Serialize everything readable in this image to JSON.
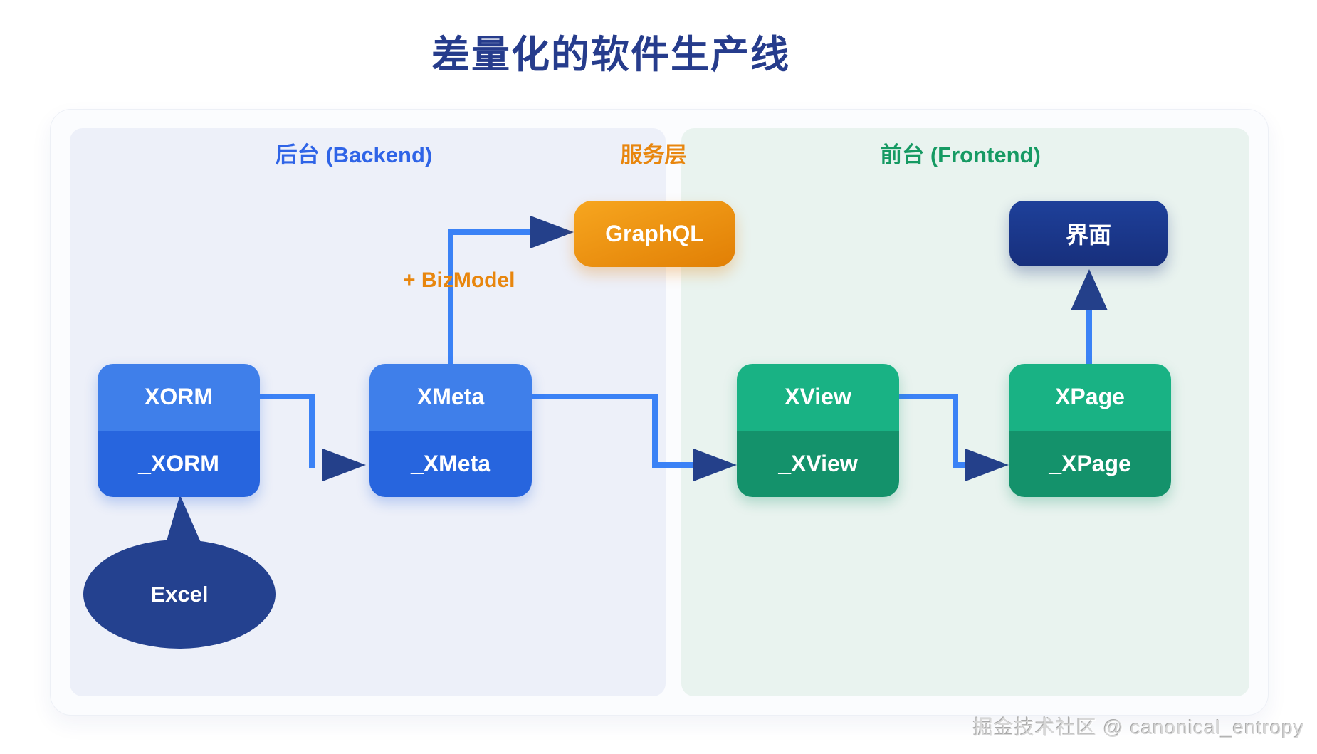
{
  "title": "差量化的软件生产线",
  "zones": {
    "backend": {
      "label": "后台 (Backend)",
      "color": "#2f64e7"
    },
    "service": {
      "label": "服务层",
      "color": "#e8860e"
    },
    "frontend": {
      "label": "前台 (Frontend)",
      "color": "#169a63"
    }
  },
  "nodes": {
    "xorm": {
      "top": "XORM",
      "bottom": "_XORM"
    },
    "xmeta": {
      "top": "XMeta",
      "bottom": "_XMeta"
    },
    "xview": {
      "top": "XView",
      "bottom": "_XView"
    },
    "xpage": {
      "top": "XPage",
      "bottom": "_XPage"
    },
    "graphql": {
      "label": "GraphQL"
    },
    "ui": {
      "label": "界面"
    },
    "excel": {
      "label": "Excel"
    }
  },
  "annotations": {
    "bizmodel": "+ BizModel"
  },
  "watermark": "掘金技术社区 @ canonical_entropy",
  "colors": {
    "title": "#263c8c",
    "connector_line": "#3b82f6",
    "arrowhead": "#24408a",
    "blue_node_top": "#3f7fea",
    "blue_node_bottom": "#2765de",
    "green_node_top": "#19b284",
    "green_node_bottom": "#14926b",
    "graphql_gradient": [
      "#f7a61f",
      "#e17f05"
    ],
    "ui_box": "#1e409a",
    "excel_ellipse": "#24418f",
    "backend_panel": "#edf0f9",
    "frontend_panel": "#e9f3ef",
    "card_background": "#fbfcfe"
  }
}
